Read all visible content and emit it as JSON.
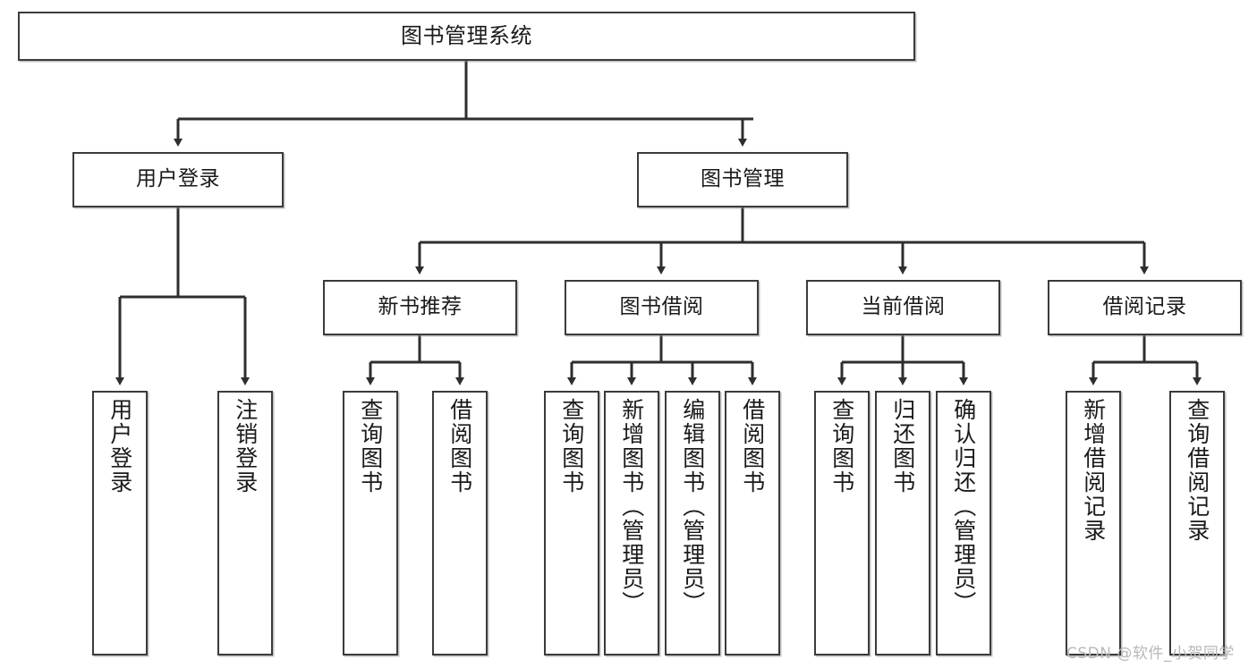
{
  "diagram": {
    "title": "图书管理系统",
    "watermark": "CSDN @软件_小贺同学",
    "style": {
      "box_border_color": "#3b3b3b",
      "box_fill_color": "#ffffff",
      "edge_color": "#2e2e2e",
      "background": "#ffffff",
      "watermark_color": "#b8b8b8"
    },
    "nodes": {
      "root": {
        "label": "图书管理系统"
      },
      "level2": [
        {
          "id": "user-login",
          "label": "用户登录"
        },
        {
          "id": "book-manage",
          "label": "图书管理"
        }
      ],
      "level3": [
        {
          "id": "new-book-recommend",
          "label": "新书推荐"
        },
        {
          "id": "book-borrow",
          "label": "图书借阅"
        },
        {
          "id": "current-borrow",
          "label": "当前借阅"
        },
        {
          "id": "borrow-record",
          "label": "借阅记录"
        }
      ],
      "leaves": {
        "user-login": [
          {
            "id": "leaf-user-login",
            "label": "用户登录"
          },
          {
            "id": "leaf-logout-login",
            "label": "注销登录"
          }
        ],
        "new-book-recommend": [
          {
            "id": "leaf-query-book-1",
            "label": "查询图书"
          },
          {
            "id": "leaf-borrow-book-1",
            "label": "借阅图书"
          }
        ],
        "book-borrow": [
          {
            "id": "leaf-query-book-2",
            "label": "查询图书"
          },
          {
            "id": "leaf-add-book-admin",
            "label": "新增图书（管理员）"
          },
          {
            "id": "leaf-edit-book-admin",
            "label": "编辑图书（管理员）"
          },
          {
            "id": "leaf-borrow-book-2",
            "label": "借阅图书"
          }
        ],
        "current-borrow": [
          {
            "id": "leaf-query-book-3",
            "label": "查询图书"
          },
          {
            "id": "leaf-return-book",
            "label": "归还图书"
          },
          {
            "id": "leaf-confirm-return-admin",
            "label": "确认归还（管理员）"
          }
        ],
        "borrow-record": [
          {
            "id": "leaf-add-borrow-record",
            "label": "新增借阅记录"
          },
          {
            "id": "leaf-query-borrow-record",
            "label": "查询借阅记录"
          }
        ]
      }
    }
  }
}
